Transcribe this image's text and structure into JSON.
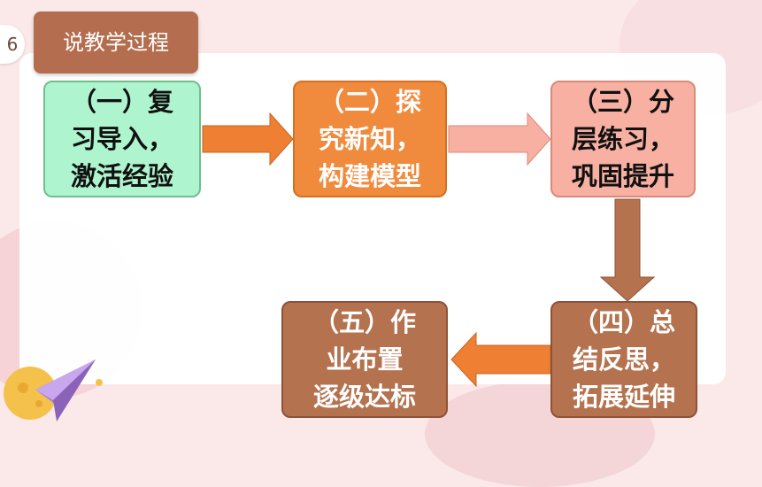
{
  "slide_number": "6",
  "section_title": "说教学过程",
  "steps": [
    {
      "lines": [
        "（一）复",
        "习导入，",
        "激活经验"
      ]
    },
    {
      "lines": [
        "（二）探",
        "究新知，",
        "构建模型"
      ]
    },
    {
      "lines": [
        "（三）分",
        "层练习，",
        "巩固提升"
      ]
    },
    {
      "lines": [
        "（四）总",
        "结反思，",
        "拓展延伸"
      ]
    },
    {
      "lines": [
        "（五）作",
        "业布置",
        "逐级达标"
      ]
    }
  ],
  "colors": {
    "tab": "#b46d4e",
    "step1": "#aef5cf",
    "step2": "#f08a3d",
    "step3": "#f7b0a2",
    "step4": "#b5724f",
    "step5": "#b5724f",
    "arrow_orange": "#ee7f33",
    "arrow_pink": "#f7b0a2",
    "arrow_brown": "#b5724f"
  }
}
